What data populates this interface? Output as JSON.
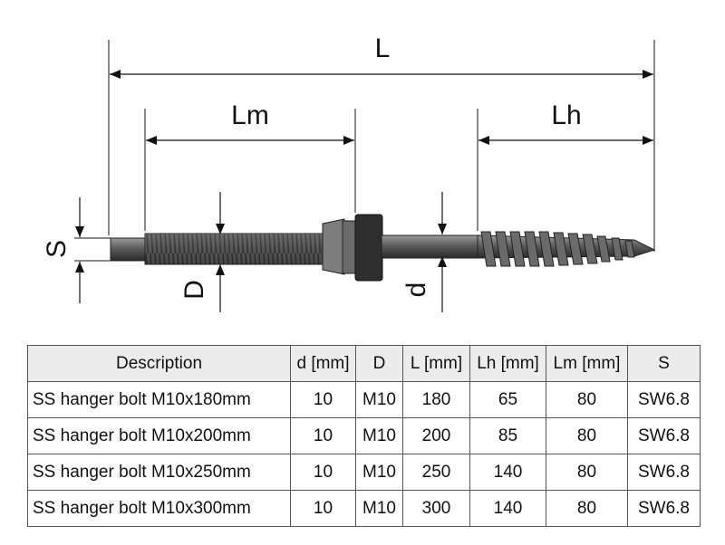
{
  "drawing": {
    "labels": {
      "overall_length": "L",
      "machine_thread_length": "Lm",
      "wood_thread_length": "Lh",
      "wrench_size": "S",
      "machine_thread_diameter": "D",
      "shank_diameter": "d"
    }
  },
  "table": {
    "headers": [
      "Description",
      "d [mm]",
      "D",
      "L [mm]",
      "Lh [mm]",
      "Lm [mm]",
      "S"
    ],
    "rows": [
      [
        "SS hanger bolt M10x180mm",
        "10",
        "M10",
        "180",
        "65",
        "80",
        "SW6.8"
      ],
      [
        "SS hanger bolt M10x200mm",
        "10",
        "M10",
        "200",
        "85",
        "80",
        "SW6.8"
      ],
      [
        "SS hanger bolt M10x250mm",
        "10",
        "M10",
        "250",
        "140",
        "80",
        "SW6.8"
      ],
      [
        "SS hanger bolt M10x300mm",
        "10",
        "M10",
        "300",
        "140",
        "80",
        "SW6.8"
      ]
    ]
  },
  "colors": {
    "bolt_body": "#5a5a5a",
    "nut": "#2e2e2e",
    "line": "#111111",
    "header_bg": "#ececec"
  }
}
